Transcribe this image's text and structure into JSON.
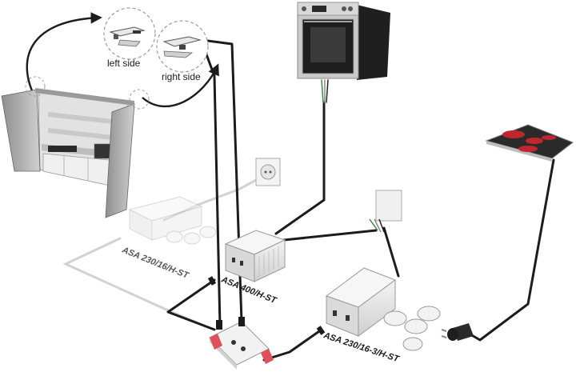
{
  "labels": {
    "left_side": "left side",
    "right_side": "right side",
    "unit_faded": "ASA 230/16/H-ST",
    "unit_center": "ASA 400/H-ST",
    "unit_right": "ASA 230/16-3/H-ST"
  },
  "colors": {
    "cable": "#1c1c1c",
    "cable_faded": "#d2d2d2",
    "unit_body": "#e6e6e6",
    "unit_edge": "#9a9a9a",
    "control_box": "#f2f2f2",
    "control_end": "#e0505a",
    "oven_frame": "#bfbfbf",
    "oven_dark": "#262626",
    "cooktop_top": "#2a2a2a",
    "cooktop_zone": "#c0272d",
    "cabinet": "#a9a9a9",
    "cabinet_dark": "#6e6e6e"
  },
  "icons": [
    "oven-icon",
    "cooktop-icon",
    "kitchen-cabinet-icon",
    "socket-outlet-icon",
    "wall-switch-icon",
    "schuko-plug-icon",
    "hinge-switch-icon"
  ]
}
